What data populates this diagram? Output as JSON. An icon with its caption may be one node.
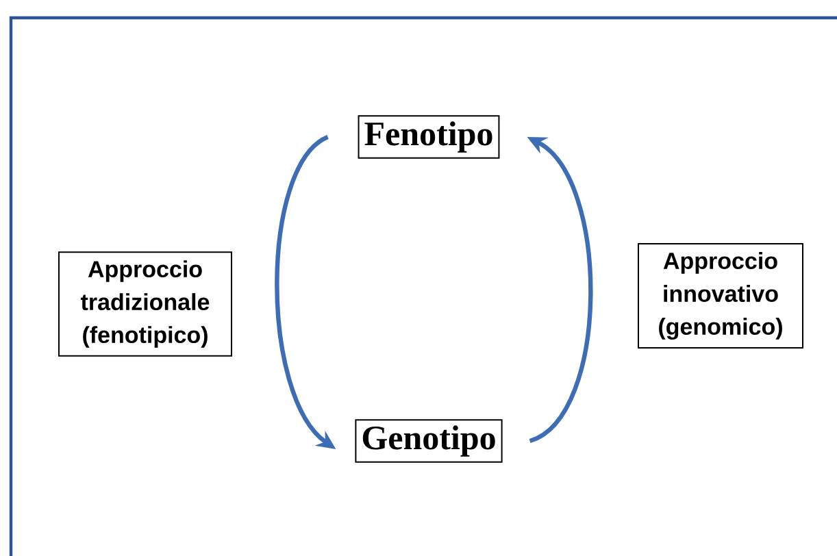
{
  "diagram": {
    "nodes": [
      {
        "text": [
          "Fenotipo"
        ]
      },
      {
        "text": [
          "Genotipo"
        ]
      },
      {
        "text": [
          "Approccio tradizionale (fenotipico)"
        ]
      },
      {
        "text": [
          "Approccio innovativo (genomico)"
        ]
      }
    ],
    "edges": [
      {
        "from": 0,
        "to": 1,
        "arrow": "to"
      },
      {
        "from": 1,
        "to": 0,
        "arrow": "to"
      }
    ]
  }
}
